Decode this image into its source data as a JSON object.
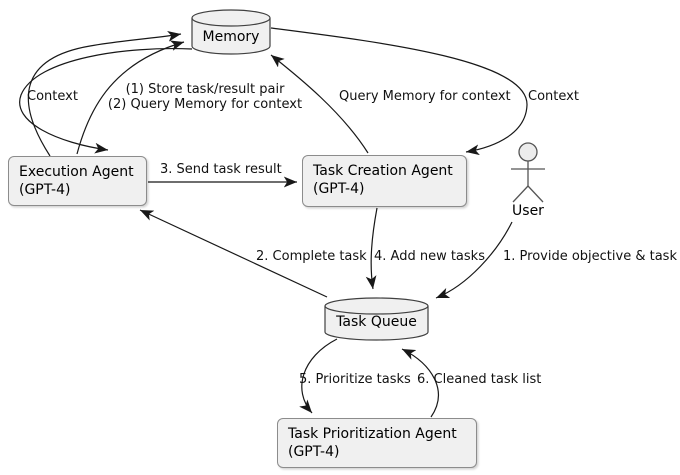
{
  "diagram": {
    "title": "Agent task-management loop diagram",
    "nodes": {
      "memory": {
        "label": "Memory"
      },
      "execution_agent": {
        "line1": "Execution Agent",
        "line2": "(GPT-4)"
      },
      "task_creation_agent": {
        "line1": "Task Creation Agent",
        "line2": "(GPT-4)"
      },
      "task_queue": {
        "label": "Task Queue"
      },
      "task_prioritization_agent": {
        "line1": "Task Prioritization Agent",
        "line2": "(GPT-4)"
      },
      "user": {
        "label": "User"
      }
    },
    "edge_labels": {
      "context_left": "Context",
      "store_pair": "(1) Store task/result pair",
      "query_memory_left": "(2) Query Memory for context",
      "query_memory_right": "Query Memory for context",
      "context_right": "Context",
      "send_task_result": "3. Send task result",
      "complete_task": "2. Complete task",
      "add_new_tasks": "4. Add new tasks",
      "provide_objective": "1. Provide objective & task",
      "prioritize_tasks": "5. Prioritize tasks",
      "cleaned_task_list": "6. Cleaned task list"
    },
    "colors": {
      "background": "#ffffff",
      "node_fill": "#f0f0f0",
      "node_border": "#8c8c8c",
      "cylinder_stroke": "#404040",
      "line": "#181818",
      "text": "#000000"
    }
  }
}
